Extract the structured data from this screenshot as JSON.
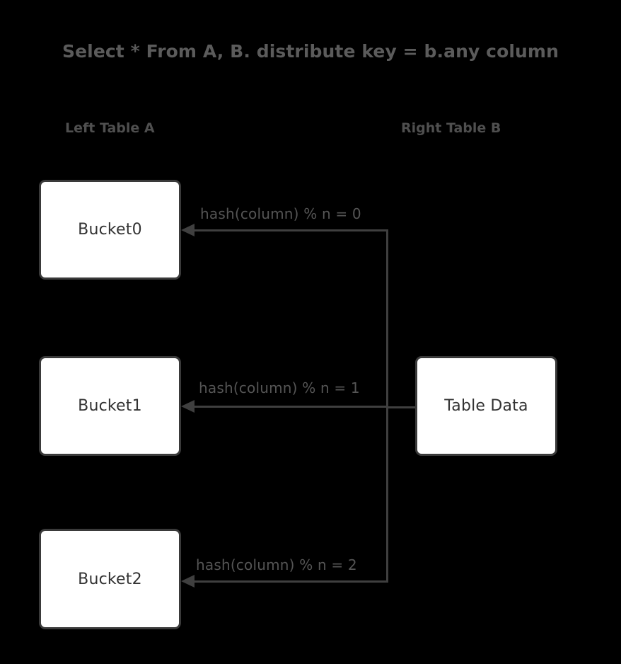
{
  "diagram": {
    "title": "Select * From A, B. distribute key = b.any column",
    "background_color": "#000000",
    "headers": {
      "left": "Left Table A",
      "right": "Right Table B"
    },
    "nodes": [
      {
        "id": "bucket0",
        "label": "Bucket0"
      },
      {
        "id": "bucket1",
        "label": "Bucket1"
      },
      {
        "id": "bucket2",
        "label": "Bucket2"
      },
      {
        "id": "table_data",
        "label": "Table Data"
      }
    ],
    "edges": [
      {
        "id": "edge0",
        "label": "hash(column) % n = 0",
        "from": "table_data",
        "to": "bucket0"
      },
      {
        "id": "edge1",
        "label": "hash(column) % n = 1",
        "from": "table_data",
        "to": "bucket1"
      },
      {
        "id": "edge2",
        "label": "hash(column) % n = 2",
        "from": "table_data",
        "to": "bucket2"
      }
    ],
    "colors": {
      "title_text": "#5b5b5b",
      "header_text": "#4f4f4f",
      "node_fill": "#ffffff",
      "node_border": "#3a3a3a",
      "node_text": "#333333",
      "edge_line": "#3f3f3f",
      "edge_text": "#555555"
    }
  }
}
